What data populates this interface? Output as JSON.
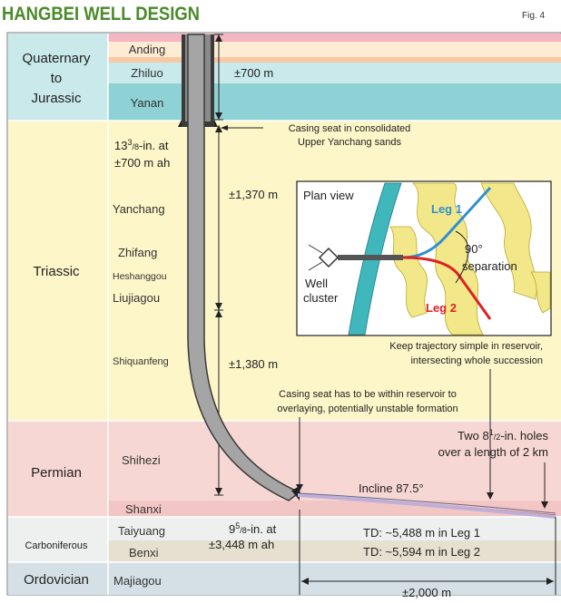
{
  "header": {
    "title": "HANGBEI WELL DESIGN",
    "fig_label": "Fig. 4"
  },
  "periods": {
    "quaternary": [
      "Quaternary",
      "to",
      "Jurassic"
    ],
    "triassic": "Triassic",
    "permian": "Permian",
    "carboniferous": "Carboniferous",
    "ordovician": "Ordovician"
  },
  "formations": {
    "anding": "Anding",
    "zhiluo": "Zhiluo",
    "yanan": "Yanan",
    "yanchang": "Yanchang",
    "zhifang": "Zhifang",
    "heshanggou": "Heshanggou",
    "liujiagou": "Liujiagou",
    "shiquanfeng": "Shiquanfeng",
    "shihezi": "Shihezi",
    "shanxi": "Shanxi",
    "taiyuang": "Taiyuang",
    "benxi": "Benxi",
    "majiagou": "Majiagou"
  },
  "depths": {
    "d700": "±700 m",
    "d1370": "±1,370 m",
    "d1380": "±1,380 m",
    "d2000": "±2,000 m"
  },
  "casing1": {
    "size_whole": "13",
    "size_num": "3",
    "size_den": "/8",
    "size_unit": "-in. at",
    "depth": "±700 m ah"
  },
  "casing2": {
    "size_whole": "9",
    "size_num": "5",
    "size_den": "/8",
    "size_unit": "-in. at",
    "depth": "±3,448 m ah"
  },
  "notes": {
    "casing_seat_1": [
      "Casing seat in consolidated",
      "Upper Yanchang sands"
    ],
    "trajectory": [
      "Keep trajectory simple in reservoir,",
      "intersecting whole succession"
    ],
    "casing_seat_2": [
      "Casing seat has to be within reservoir to",
      "overlaying, potentially unstable formation"
    ],
    "holes": {
      "prefix": "Two 8",
      "num": "1",
      "den": "/2",
      "suffix": "-in. holes",
      "line2": "over a length of 2 km"
    },
    "incline": "Incline 87.5°",
    "td1": "TD: ~5,488 m in Leg 1",
    "td2": "TD: ~5,594 m in Leg 2"
  },
  "plan_view": {
    "title": "Plan view",
    "leg1": "Leg 1",
    "leg2": "Leg 2",
    "well": "Well",
    "cluster": "cluster",
    "angle": "90°",
    "separation": "separation"
  },
  "colors": {
    "title": "#4a8a2a",
    "quaternary_band": "#c9e9ea",
    "teal_band": "#8fd2d6",
    "triassic": "#fdf6c8",
    "permian": "#f7d7d3",
    "shanxi": "#f2c6c4",
    "carboniferous": "#eef0f0",
    "benxi": "#e7e0d0",
    "ordovician": "#d4e0e6",
    "casing": "#9a9a9a",
    "leg1": "#2f8fd0",
    "leg2": "#e02020",
    "channel": "#f2e88a",
    "fault": "#3fb7bc"
  }
}
